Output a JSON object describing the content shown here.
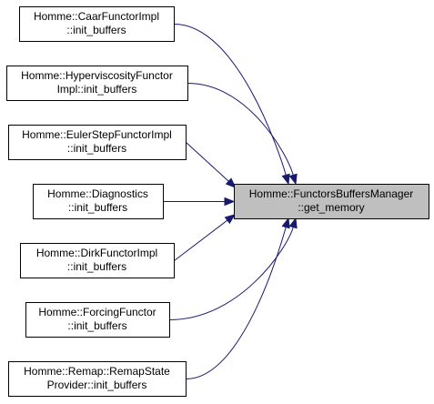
{
  "graph": {
    "target": {
      "lines": [
        "Homme::FunctorsBuffersManager",
        "::get_memory"
      ]
    },
    "callers": [
      {
        "lines": [
          "Homme::CaarFunctorImpl",
          "::init_buffers"
        ]
      },
      {
        "lines": [
          "Homme::HyperviscosityFunctor",
          "Impl::init_buffers"
        ]
      },
      {
        "lines": [
          "Homme::EulerStepFunctorImpl",
          "::init_buffers"
        ]
      },
      {
        "lines": [
          "Homme::Diagnostics",
          "::init_buffers"
        ]
      },
      {
        "lines": [
          "Homme::DirkFunctorImpl",
          "::init_buffers"
        ]
      },
      {
        "lines": [
          "Homme::ForcingFunctor",
          "::init_buffers"
        ]
      },
      {
        "lines": [
          "Homme::Remap::RemapState",
          "Provider::init_buffers"
        ]
      }
    ],
    "colors": {
      "edge": "#191970",
      "target_fill": "#bfbfbf",
      "node_fill": "#ffffff",
      "border": "#000000"
    }
  }
}
